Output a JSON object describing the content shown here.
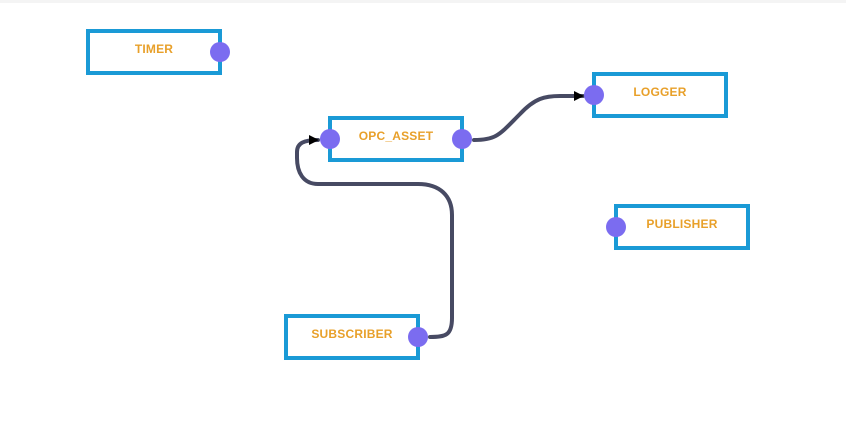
{
  "colors": {
    "node_border": "#1a9ad6",
    "node_label": "#e8a02a",
    "port": "#7b6cf0",
    "wire": "#474a63",
    "arrow": "#000000"
  },
  "nodes": {
    "timer": {
      "label": "TIMER",
      "ports": [
        "out"
      ]
    },
    "opc_asset": {
      "label": "OPC_ASSET",
      "ports": [
        "in",
        "out"
      ]
    },
    "logger": {
      "label": "LOGGER",
      "ports": [
        "in"
      ]
    },
    "publisher": {
      "label": "PUBLISHER",
      "ports": [
        "in"
      ]
    },
    "subscriber": {
      "label": "SUBSCRIBER",
      "ports": [
        "out"
      ]
    }
  },
  "connections": [
    {
      "from": "opc_asset",
      "to": "logger"
    },
    {
      "from": "subscriber",
      "to": "opc_asset"
    }
  ]
}
